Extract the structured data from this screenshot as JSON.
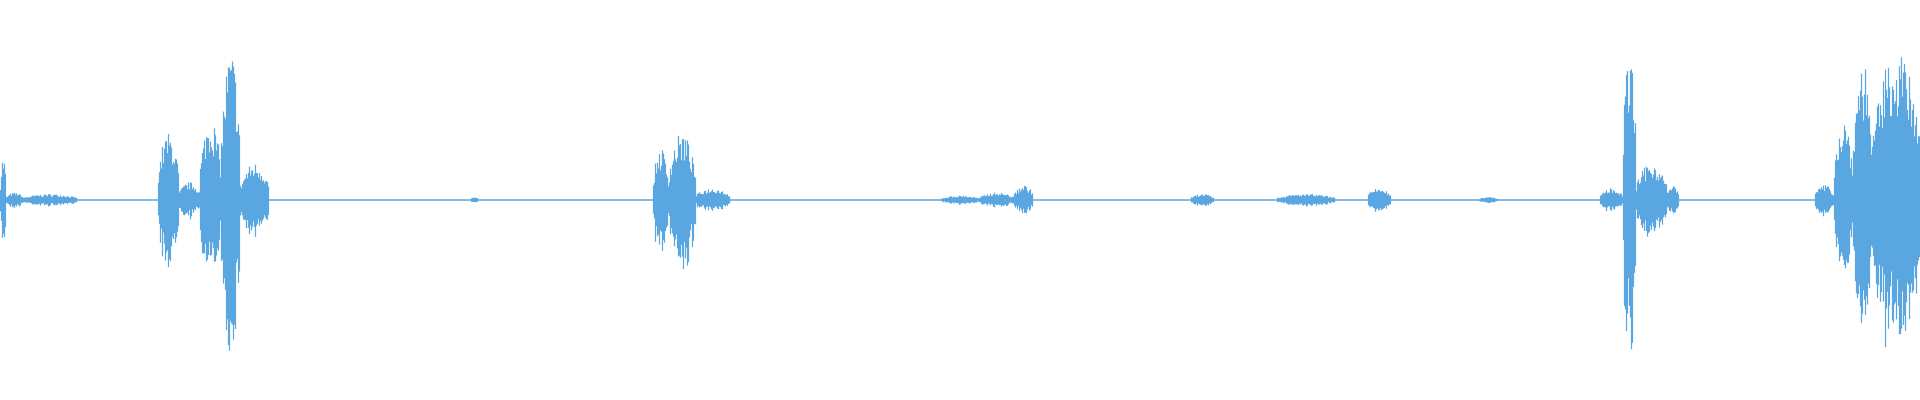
{
  "waveform": {
    "color": "#5aa6e0",
    "background": "#ffffff",
    "segments": [
      {
        "start": 0.0,
        "end": 0.003,
        "amp": 0.3
      },
      {
        "start": 0.003,
        "end": 0.012,
        "amp": 0.05
      },
      {
        "start": 0.012,
        "end": 0.04,
        "amp": 0.04
      },
      {
        "start": 0.04,
        "end": 0.082,
        "amp": 0.005
      },
      {
        "start": 0.082,
        "end": 0.093,
        "amp": 0.45
      },
      {
        "start": 0.093,
        "end": 0.104,
        "amp": 0.12
      },
      {
        "start": 0.104,
        "end": 0.115,
        "amp": 0.55
      },
      {
        "start": 0.115,
        "end": 0.125,
        "amp": 1.0
      },
      {
        "start": 0.125,
        "end": 0.14,
        "amp": 0.25
      },
      {
        "start": 0.14,
        "end": 0.245,
        "amp": 0.005
      },
      {
        "start": 0.245,
        "end": 0.249,
        "amp": 0.02
      },
      {
        "start": 0.249,
        "end": 0.34,
        "amp": 0.004
      },
      {
        "start": 0.34,
        "end": 0.348,
        "amp": 0.35
      },
      {
        "start": 0.348,
        "end": 0.362,
        "amp": 0.45
      },
      {
        "start": 0.362,
        "end": 0.38,
        "amp": 0.08
      },
      {
        "start": 0.38,
        "end": 0.49,
        "amp": 0.005
      },
      {
        "start": 0.49,
        "end": 0.51,
        "amp": 0.03
      },
      {
        "start": 0.51,
        "end": 0.528,
        "amp": 0.05
      },
      {
        "start": 0.528,
        "end": 0.538,
        "amp": 0.1
      },
      {
        "start": 0.538,
        "end": 0.62,
        "amp": 0.004
      },
      {
        "start": 0.62,
        "end": 0.632,
        "amp": 0.04
      },
      {
        "start": 0.632,
        "end": 0.665,
        "amp": 0.004
      },
      {
        "start": 0.665,
        "end": 0.695,
        "amp": 0.04
      },
      {
        "start": 0.695,
        "end": 0.712,
        "amp": 0.004
      },
      {
        "start": 0.712,
        "end": 0.724,
        "amp": 0.08
      },
      {
        "start": 0.724,
        "end": 0.77,
        "amp": 0.004
      },
      {
        "start": 0.77,
        "end": 0.78,
        "amp": 0.02
      },
      {
        "start": 0.78,
        "end": 0.833,
        "amp": 0.004
      },
      {
        "start": 0.833,
        "end": 0.845,
        "amp": 0.08
      },
      {
        "start": 0.845,
        "end": 0.852,
        "amp": 1.0
      },
      {
        "start": 0.852,
        "end": 0.868,
        "amp": 0.25
      },
      {
        "start": 0.868,
        "end": 0.874,
        "amp": 0.1
      },
      {
        "start": 0.874,
        "end": 0.945,
        "amp": 0.004
      },
      {
        "start": 0.945,
        "end": 0.955,
        "amp": 0.1
      },
      {
        "start": 0.955,
        "end": 0.965,
        "amp": 0.55
      },
      {
        "start": 0.965,
        "end": 0.975,
        "amp": 0.95
      },
      {
        "start": 0.975,
        "end": 1.0,
        "amp": 1.0
      }
    ]
  }
}
